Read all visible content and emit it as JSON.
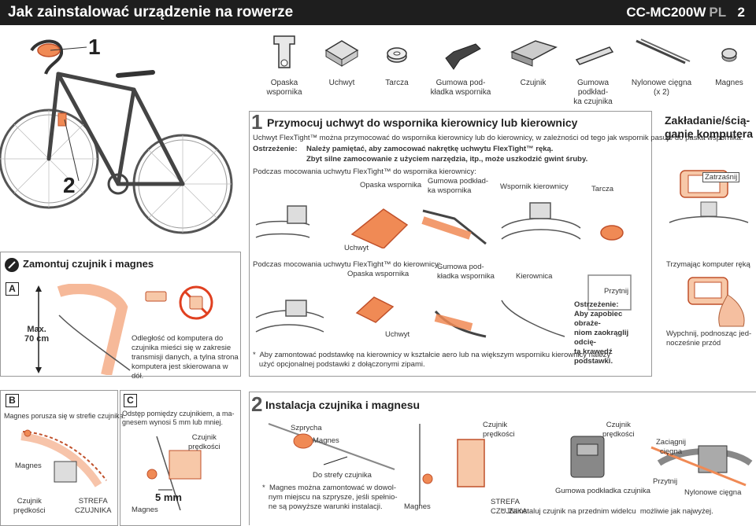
{
  "header": {
    "title": "Jak zainstalować urządzenie na rowerze",
    "model": "CC-MC200W",
    "model_suffix": "PL",
    "page": "2"
  },
  "bike": {
    "callout1": "1",
    "callout2": "2"
  },
  "parts": [
    {
      "label": "Opaska\nwspornika",
      "icon": "strap-icon"
    },
    {
      "label": "Uchwyt",
      "icon": "bracket-icon"
    },
    {
      "label": "Tarcza",
      "icon": "dial-icon"
    },
    {
      "label": "Gumowa pod-\nkładka wspornika",
      "icon": "rubber-pad-icon"
    },
    {
      "label": "Czujnik",
      "icon": "sensor-icon"
    },
    {
      "label": "Gumowa podkład-\nka czujnika",
      "icon": "sensor-pad-icon"
    },
    {
      "label": "Nylonowe cięgna\n(x 2)",
      "icon": "nylon-tie-icon"
    },
    {
      "label": "Magnes",
      "icon": "magnet-icon"
    }
  ],
  "step1": {
    "num": "1",
    "title": "Przymocuj uchwyt do wspornika kierownicy lub kierownicy",
    "desc": "Uchwyt FlexTight™ można przymocować do wspornika kierownicy lub do kierownicy, w zależności od tego jak wspornik pasuje do paska wspornika.",
    "warn_label": "Ostrzeżenie:",
    "warn_line1": "Należy pamiętać, aby zamocować nakrętkę uchwytu FlexTight™ ręką.",
    "warn_line2": "Zbyt silne zamocowanie z użyciem narzędzia, itp., może uszkodzić gwint śruby.",
    "stem_heading": "Podczas mocowania uchwytu FlexTight™ do wspornika kierownicy:",
    "stem_labels": {
      "strap": "Opaska wspornika",
      "pad": "Gumowa podkład-\nka wspornika",
      "stem": "Wspornik kierownicy",
      "dial": "Tarcza",
      "bracket": "Uchwyt"
    },
    "bar_heading": "Podczas mocowania uchwytu FlexTight™ do kierownicy:",
    "bar_labels": {
      "strap": "Opaska wspornika",
      "pad": "Gumowa pod-\nkładka wspornika",
      "bar": "Kierownica",
      "bracket": "Uchwyt",
      "press": "Przytnij"
    },
    "warn2_title": "Ostrzeżenie:",
    "warn2_text": "Aby zapobiec obraże-\nniom zaokrąglij odcię-\ntą krawędź podstawki.",
    "footnote": "*  Aby zamontować podstawkę na kierownicy w kształcie aero lub na większym wsporniku kierownicy należy\n   użyć opcjonalnej podstawki z dołączonymi zipami."
  },
  "mount": {
    "title": "Zakładanie/ścią-\nganie komputera",
    "click": "Zatrzaśnij",
    "hold": "Trzymając komputer ręką",
    "release": "Wypchnij, podnosząc jed-\nnocześnie przód"
  },
  "secA": {
    "title": "Zamontuj czujnik i magnes",
    "box": "A",
    "max": "Max.\n70 cm",
    "text": "Odległość od komputera do\nczujnika mieści się w zakresie\ntransmisji danych, a tylna strona\nkomputera jest skierowana w dół."
  },
  "secB": {
    "box": "B",
    "text": "Magnes porusza się w strefie czujnika.",
    "magnet": "Magnes",
    "sensor": "Czujnik\nprędkości",
    "zone": "STREFA\nCZUJNIKA"
  },
  "secC": {
    "box": "C",
    "text": "Odstęp pomiędzy czujnikiem, a ma-\ngnesem wynosi 5 mm lub mniej.",
    "sensor": "Czujnik\nprędkości",
    "gap": "5 mm",
    "magnet": "Magnes"
  },
  "step2": {
    "num": "2",
    "title": "Instalacja czujnika i magnesu",
    "spoke": "Szprycha",
    "magnet": "Magnes",
    "zone_to": "Do strefy czujnika",
    "note": "*  Magnes można zamontować w dowol-\n   nym miejscu na szprysze, jeśli spełnio-\n   ne są powyższe warunki instalacji.",
    "magnet2": "Magnes",
    "sensor1": "Czujnik\nprędkości",
    "zone": "STREFA\nCZUJNIKA",
    "pad": "Gumowa podkładka czujnika",
    "sensor2": "Czujnik\nprędkości",
    "tighten": "Zaciągnij\ncięgna",
    "cut": "Przytnij",
    "tie": "Nylonowe cięgna",
    "footnote": "*  Zainstaluj czujnik na przednim widelcu  możliwie jak najwyżej."
  }
}
